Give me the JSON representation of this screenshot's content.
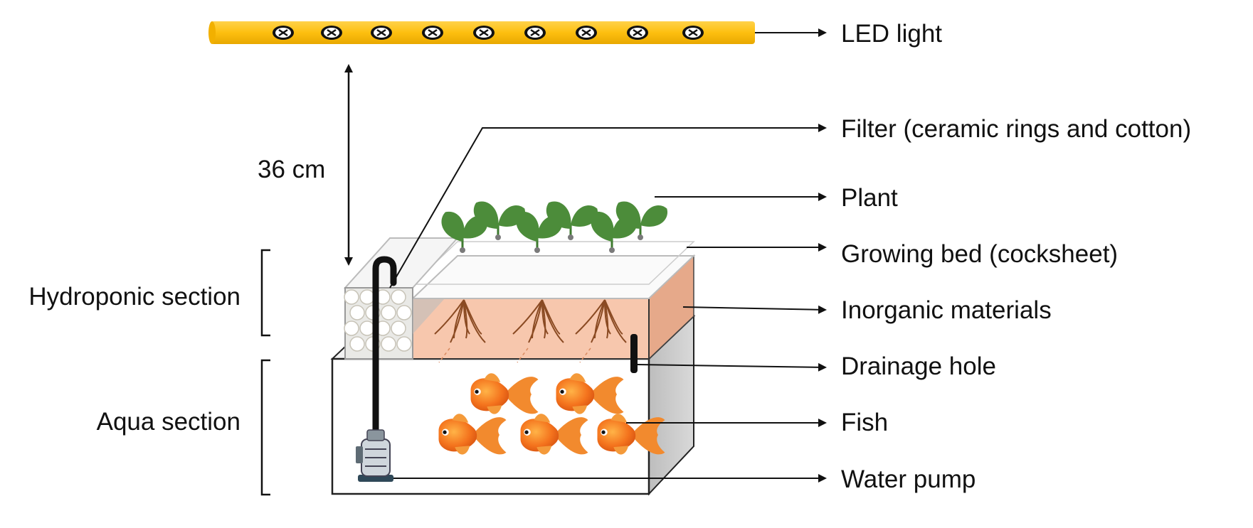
{
  "labels": {
    "led_light": "LED light",
    "filter": "Filter (ceramic rings and cotton)",
    "plant": "Plant",
    "growing_bed": "Growing bed (cocksheet)",
    "inorganic_materials": "Inorganic materials",
    "drainage_hole": "Drainage hole",
    "fish": "Fish",
    "water_pump": "Water pump"
  },
  "sections": {
    "hydroponic": "Hydroponic section",
    "aqua": "Aqua section"
  },
  "distance": "36 cm",
  "colors": {
    "led_bar": "#fdbf0f",
    "leaf": "#4c8c3a",
    "media": "#f7c7ad",
    "root": "#8a4a22",
    "fish": "#f4731d",
    "line": "#111111"
  }
}
